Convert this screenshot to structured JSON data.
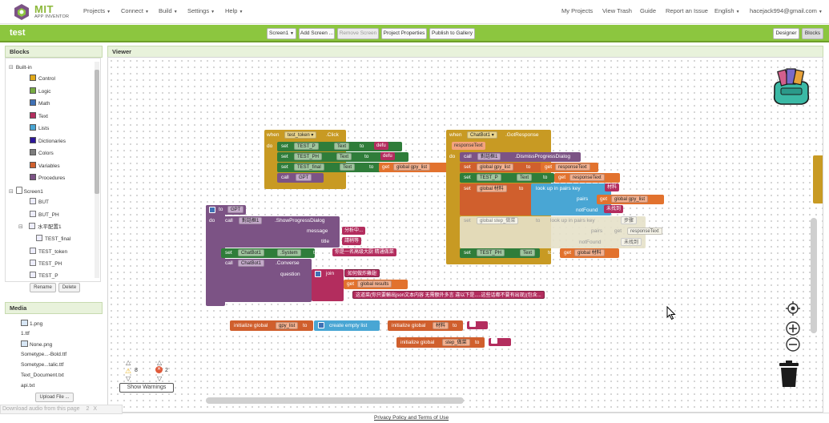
{
  "app": {
    "logo_title": "MIT",
    "logo_subtitle": "APP INVENTOR"
  },
  "nav": {
    "projects": "Projects",
    "connect": "Connect",
    "build": "Build",
    "settings": "Settings",
    "help": "Help",
    "my_projects": "My Projects",
    "view_trash": "View Trash",
    "guide": "Guide",
    "report_issue": "Report an Issue",
    "language": "English",
    "user_email": "hacejack994@gmail.com"
  },
  "toolbar": {
    "project_name": "test",
    "screen_select": "Screen1",
    "add_screen": "Add Screen ...",
    "remove_screen": "Remove Screen",
    "project_properties": "Project Properties",
    "publish_gallery": "Publish to Gallery",
    "designer": "Designer",
    "blocks": "Blocks"
  },
  "blocks_panel": {
    "title": "Blocks",
    "builtin_label": "Built-in",
    "builtin": [
      {
        "label": "Control",
        "color": "#e1a91a"
      },
      {
        "label": "Logic",
        "color": "#77ab41"
      },
      {
        "label": "Math",
        "color": "#3f71b5"
      },
      {
        "label": "Text",
        "color": "#b32d5e"
      },
      {
        "label": "Lists",
        "color": "#49a6d4"
      },
      {
        "label": "Dictionaries",
        "color": "#2d1799"
      },
      {
        "label": "Colors",
        "color": "#7d7d7d"
      },
      {
        "label": "Variables",
        "color": "#d05f2d"
      },
      {
        "label": "Procedures",
        "color": "#7c5385"
      }
    ],
    "screen_label": "Screen1",
    "components": [
      "BUT",
      "BUT_PH",
      "水平配置1",
      "TEST_final",
      "TEST_token",
      "TEST_PH",
      "TEST_P"
    ],
    "rename": "Rename",
    "delete": "Delete"
  },
  "media_panel": {
    "title": "Media",
    "files": [
      "1.png",
      "1.ttf",
      "None.png",
      "Sometype...-Bold.ttf",
      "Sometype...talic.ttf",
      "Text_Document.txt",
      "api.txt"
    ],
    "upload": "Upload File ..."
  },
  "viewer": {
    "title": "Viewer",
    "warnings_count": "8",
    "errors_count": "2",
    "show_warnings": "Show Warnings"
  },
  "blocks": {
    "when": "when",
    "do": "do",
    "set": "set",
    "to": "to",
    "call": "call",
    "token_component": "test_token",
    "click_event": ".Click",
    "test_p": "TEST_P",
    "test_ph": "TEST_PH",
    "test_final": "TEST_final",
    "text_prop": "Text",
    "defu": "defu",
    "get": "get",
    "global_gpy_list": "global gpy_list",
    "gpt": "GPT",
    "chatbot1": "ChatBot1",
    "got_response": ".GotResponse",
    "response_text_param": "responseText",
    "dialog1": "對話框1",
    "dismiss": ".DismissProgressDialog",
    "show_progress": ".ShowProgressDialog",
    "response_text": "responseText",
    "global_material": "global 材料",
    "lookup": "look up in pairs  key",
    "pairs": "pairs",
    "not_found": "notFound",
    "material_str": "材料",
    "not_found_str": "未找到",
    "global_step": "global step_做菜",
    "step_str": "步骤",
    "message": "message",
    "title_kw": "title",
    "analyzing": "分析中...",
    "please_wait": "請稍等",
    "system_prop": ".System",
    "system_str": "你是一名高级大厨 精通做菜",
    "converse": ".Converse",
    "question": "question",
    "join": "join",
    "how_to_fry": "如何做炸雞翅",
    "global_results": "global results",
    "long_prompt": "这道菜(你只要輸出json文本内容 无需额外多言 違以下是.....这些话都不要有出现)(包含...",
    "init_global": "initialize global",
    "gpy_list": "gpy_list",
    "create_empty_list": "create empty list",
    "material": "材料",
    "step": "step_做菜"
  },
  "footer": {
    "status": "Download audio from this page",
    "page_indicator": "2",
    "close": "X",
    "privacy": "Privacy Policy and Terms of Use"
  }
}
